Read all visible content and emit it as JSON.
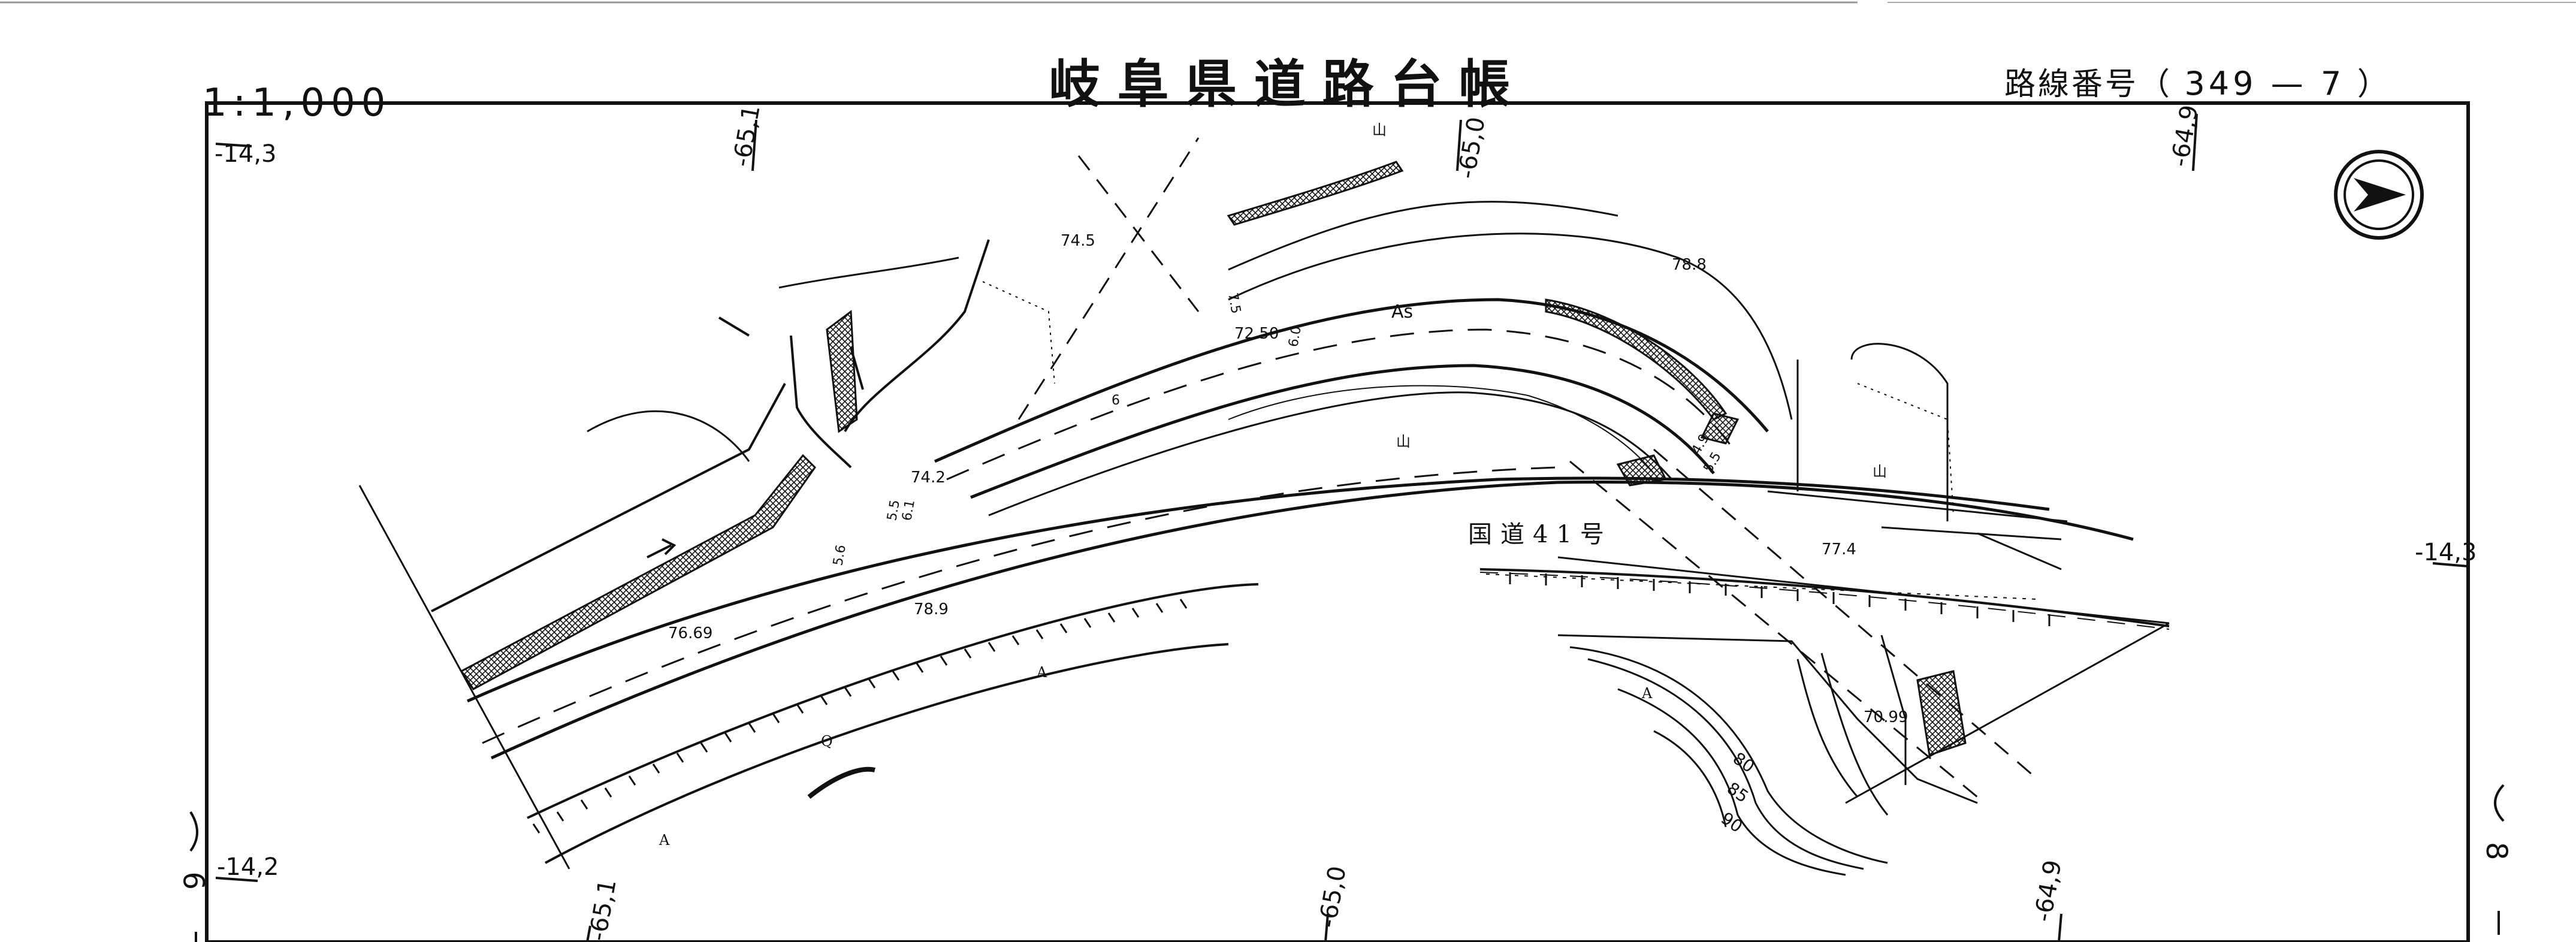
{
  "header": {
    "title": "岐阜県道路台帳",
    "scale": "1:1,000",
    "route_label": "路線番号（",
    "route_number": "349 — 7",
    "route_close": "）"
  },
  "grid_labels": {
    "top_left_y": "-14,3",
    "top_x1": "-65,1",
    "top_x2": "-65,0",
    "top_x3": "-64,9",
    "right_y": "-14,3",
    "bottom_left_y": "-14,2",
    "bottom_x1": "-65,1",
    "bottom_x2": "-65,0",
    "bottom_x3": "-64,9"
  },
  "sheet_marks": {
    "left": "9",
    "right": "8"
  },
  "map": {
    "road_name": "国道41号",
    "surface": "As",
    "elevations": [
      "74.5",
      "78.8",
      "72.50",
      "74.2",
      "76.69",
      "78.9",
      "77.4",
      "70.99"
    ],
    "contours": [
      "80",
      "85",
      "90"
    ],
    "widths": [
      "7.5",
      "6",
      "5.6",
      "6.0",
      "5.5",
      "6.1",
      "4.9",
      "5.5"
    ],
    "symbols": [
      "山",
      "山",
      "山",
      "A",
      "A",
      "A",
      "Q"
    ]
  },
  "north_arrow": {
    "icon": "north-arrow-icon"
  }
}
